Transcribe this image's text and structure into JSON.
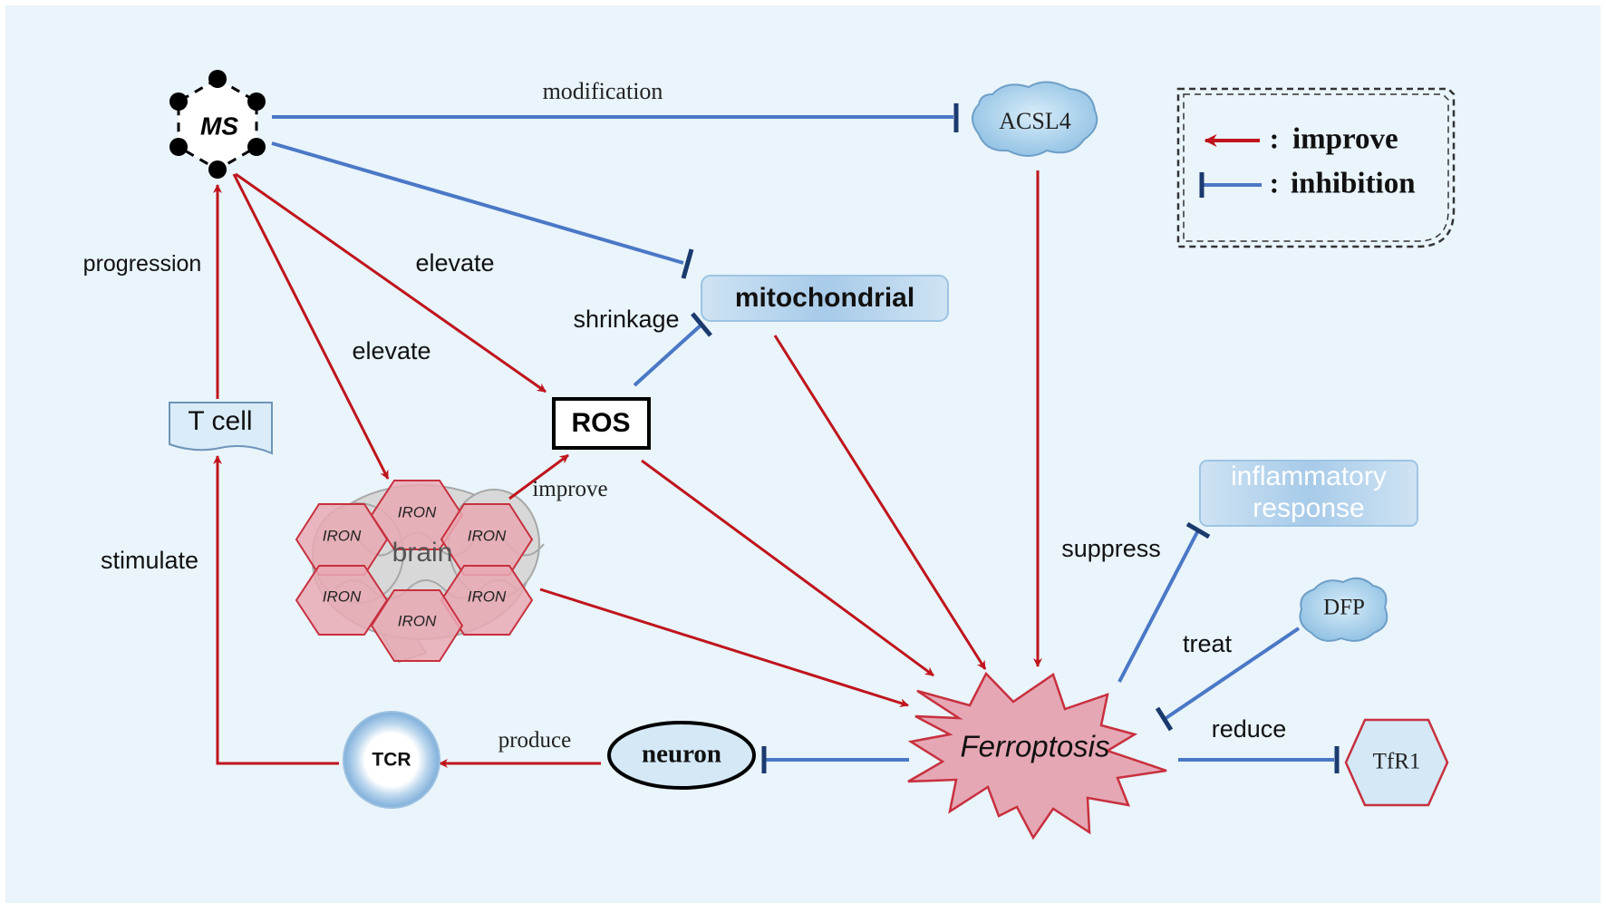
{
  "colors": {
    "background": "#e9f4fb",
    "improve": "#c0141c",
    "inhibition": "#4a78c6",
    "inhibition_bar": "#1b3a6e",
    "iron_fill": "#e9a9b4",
    "iron_stroke": "#c8303e",
    "ferroptosis_fill": "#e6a7b5",
    "tag_fill": "#a9cdea"
  },
  "nodes": {
    "ms": "MS",
    "acsl4": "ACSL4",
    "mitochondrial": "mitochondrial",
    "ros": "ROS",
    "t_cell": "T cell",
    "brain": "brain",
    "iron": "IRON",
    "inflammatory_line1": "inflammatory",
    "inflammatory_line2": "response",
    "dfp": "DFP",
    "ferroptosis": "Ferroptosis",
    "neuron": "neuron",
    "tcr": "TCR",
    "tfr1": "TfR1"
  },
  "edges": {
    "modification": "modification",
    "elevate_ros": "elevate",
    "elevate_brain": "elevate",
    "progression": "progression",
    "shrinkage": "shrinkage",
    "improve_brain_ros": "improve",
    "stimulate": "stimulate",
    "suppress": "suppress",
    "treat": "treat",
    "reduce": "reduce",
    "produce": "produce"
  },
  "legend": {
    "separator": ":",
    "improve": "improve",
    "inhibition": "inhibition"
  }
}
